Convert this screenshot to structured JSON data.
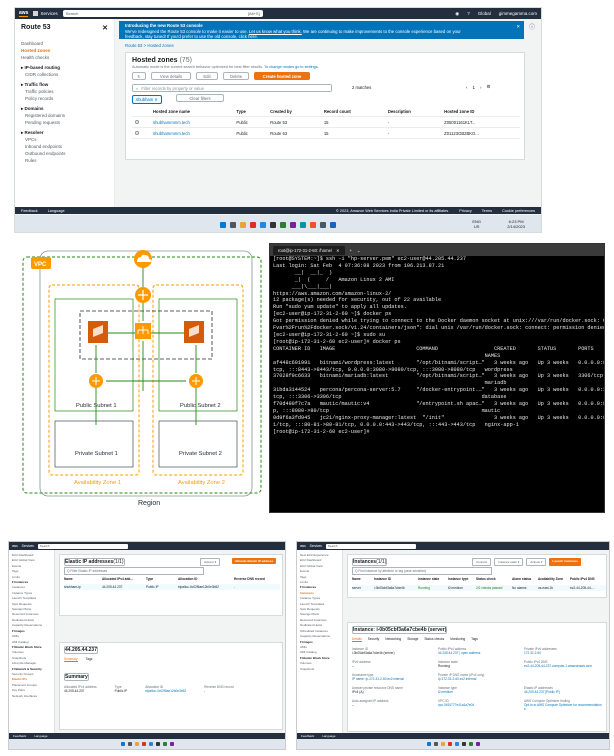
{
  "route53": {
    "topbar": {
      "logo": "aws",
      "services": "Services",
      "search_placeholder": "Search",
      "shortcut": "[Alt+S]",
      "region": "Global",
      "account": "gimmegamma.com"
    },
    "sidebar": {
      "title": "Route 53",
      "items": [
        "Dashboard",
        "Hosted zones",
        "Health checks"
      ],
      "sections": [
        {
          "label": "▸ IP-based routing",
          "items": [
            "CIDR collections"
          ]
        },
        {
          "label": "▸ Traffic flow",
          "items": [
            "Traffic policies",
            "Policy records"
          ]
        },
        {
          "label": "▸ Domains",
          "items": [
            "Registered domains",
            "Pending requests"
          ]
        },
        {
          "label": "▸ Resolver",
          "items": [
            "VPCs",
            "Inbound endpoints",
            "Outbound endpoints",
            "Rules"
          ]
        }
      ]
    },
    "banner": {
      "title": "Introducing the new Route 53 console",
      "body_a": "We've redesigned the Route 53 console to make it easier to use.",
      "link1": "Let us know what you think.",
      "body_b": "We are continuing to make improvements to the console experience based on your",
      "body_c": "feedback, stay tuned! If you'd prefer to use the old console,",
      "link2": "click here."
    },
    "breadcrumb": "Route 53  >  Hosted zones",
    "hosted": {
      "title": "Hosted zones",
      "count": "(75)",
      "desc": "Automatic mode is the current search behavior optimized for best filter results.",
      "desc_link": "To change modes go to settings.",
      "buttons": {
        "refresh": "↻",
        "details": "View details",
        "edit": "Edit",
        "delete": "Delete",
        "create": "Create hosted zone"
      },
      "filter_placeholder": "Filter records by property or value",
      "matches": "2 matches",
      "page": "1",
      "token": "shubham ✕",
      "clear": "Clear filters",
      "columns": [
        "Hosted zone name",
        "Type",
        "Created by",
        "Record count",
        "Description",
        "Hosted zone ID"
      ],
      "rows": [
        {
          "name": "shubhammmm.tech",
          "type": "Public",
          "created": "Route 53",
          "records": "15",
          "desc": "-",
          "id": "Z05001161KLT..."
        },
        {
          "name": "shubhammmm.tech",
          "type": "Public",
          "created": "Route 53",
          "records": "15",
          "desc": "-",
          "id": "Z01123GB2BKO..."
        }
      ]
    },
    "footer": {
      "feedback": "Feedback",
      "language": "Language",
      "copyright": "© 2023, Amazon Web Services India Private Limited or its affiliates.",
      "privacy": "Privacy",
      "terms": "Terms",
      "cookies": "Cookie preferences"
    },
    "clock": {
      "time": "6:23 PM",
      "date": "2/14/2023",
      "lang": "ENG",
      "region": "US"
    }
  },
  "diagram": {
    "vpc": "VPC",
    "region": "Region",
    "public1": "Public Subnet 1",
    "public2": "Public Subnet 2",
    "private1": "Private Subnet 1",
    "private2": "Private Subnet 2",
    "az1": "Availability Zone 1",
    "az2": "Availability Zone 2"
  },
  "terminal": {
    "tab": "root@ip-172-31-2-60: /home/",
    "lines": [
      "[root@SYSTEM:~]$ ssh -i \"hp-server.pem\" ec2-user@44.205.44.237",
      "Last login: Sat Feb  4 07:36:08 2023 from 106.213.87.21",
      "",
      "       __|  __|_  )",
      "       _|  (     /   Amazon Linux 2 AMI",
      "      ___|\\___|___|",
      "",
      "https://aws.amazon.com/amazon-linux-2/",
      "12 package(s) needed for security, out of 22 available",
      "Run \"sudo yum update\" to apply all updates.",
      "[ec2-user@ip-172-31-2-60 ~]$ docker ps",
      "Got permission denied while trying to connect to the Docker daemon socket at unix:///var/run/docker.sock: Get \"http://%2",
      "Fvar%2Frun%2Fdocker.sock/v1.24/containers/json\": dial unix /var/run/docker.sock: connect: permission denied",
      "[ec2-user@ip-172-31-2-60 ~]$ sudo su",
      "[root@ip-172-31-2-60 ec2-user]# docker ps",
      "CONTAINER ID   IMAGE                          COMMAND                  CREATED       STATUS       PORTS",
      "                                                                    NAMES",
      "af448c601991   bitnami/wordpress:latest       \"/opt/bitnami/script…\"   3 weeks ago   Up 3 weeks   0.0.0.0:8443->8443/",
      "tcp, :::8443->8443/tcp, 0.0.0.0:3080->8080/tcp, :::3080->8080/tcp   wordpress",
      "37028f9c6633   bitnami/mariadb:latest         \"/opt/bitnami/script…\"   3 weeks ago   Up 3 weeks   3306/tcp",
      "                                                                    mariadb",
      "31bda3144524   percona/percona-server:5.7     \"/docker-entrypoint.…\"   3 weeks ago   Up 3 weeks   0.0.0.0:3306->3306/",
      "tcp, :::3306->3306/tcp                                             database",
      "f70d490f7c7a   mautic/mautic:v4               \"/entrypoint.sh apac…\"   3 weeks ago   Up 3 weeks   0.0.0.0:8080->80/tc",
      "p, :::8080->80/tcp                                                 mautic",
      "0d9f6a3fd945   jc21/nginx-proxy-manager:latest  \"/init\"                3 weeks ago   Up 3 weeks   0.0.0.0:80-81->80-8",
      "1/tcp, :::80-81->80-81/tcp, 0.0.0.0:443->443/tcp, :::443->443/tcp   nginx-app-1",
      "[root@ip-172-31-2-60 ec2-user]#"
    ]
  },
  "eip": {
    "title": "Elastic IP addresses",
    "count": "(1/1)",
    "filter": "Q  Filter Elastic IP addresses",
    "buttons": {
      "actions": "Actions ▾",
      "allocate": "Allocate Elastic IP address"
    },
    "columns": [
      "Name",
      "Allocated IPv4 add...",
      "Type",
      "Allocation ID",
      "Reverse DNS record"
    ],
    "row": {
      "name": "shubham-ip",
      "ip": "44.205.44.237",
      "type": "Public IP",
      "alloc": "eipalloc-0c02f6ae12b0e3b52",
      "rdns": "-"
    },
    "detail_ip": "44.205.44.237",
    "tabs": [
      "Summary",
      "Tags"
    ],
    "summary": "Summary",
    "fields": [
      {
        "k": "Allocated IPv4 address",
        "v": "44.205.44.237"
      },
      {
        "k": "Type",
        "v": "Public IP"
      },
      {
        "k": "Allocation ID",
        "v": "eipalloc-0c02f6ae12b0e3b52"
      },
      {
        "k": "Reverse DNS record",
        "v": "-"
      }
    ],
    "nav": [
      "EC2 Dashboard",
      "EC2 Global View",
      "Events",
      "Tags",
      "Limits",
      "▾ Instances",
      "Instances",
      "Instance Types",
      "Launch Templates",
      "Spot Requests",
      "Savings Plans",
      "Reserved Instances",
      "Dedicated Hosts",
      "Capacity Reservations",
      "▾ Images",
      "AMIs",
      "AMI Catalog",
      "▾ Elastic Block Store",
      "Volumes",
      "Snapshots",
      "Lifecycle Manager",
      "▾ Network & Security",
      "Security Groups",
      "Elastic IPs",
      "Placement Groups",
      "Key Pairs",
      "Network Interfaces"
    ]
  },
  "instances": {
    "title": "Instances",
    "count": "(1/1)",
    "filter": "Q  Find instance by attribute or tag (case-sensitive)",
    "buttons": {
      "connect": "Connect",
      "state": "Instance state ▾",
      "actions": "Actions ▾",
      "launch": "Launch instances"
    },
    "columns": [
      "Name",
      "Instance ID",
      "Instance state",
      "Instance type",
      "Status check",
      "Alarm status",
      "Availability Zone",
      "Public IPv4 DNS"
    ],
    "row": {
      "name": "server",
      "id": "i-0b05cbf3a6a7cbe4b",
      "state": "Running",
      "type": "t2.medium",
      "check": "2/2 checks passed",
      "alarm": "No alarms",
      "az": "us-east-1b",
      "dns": "ec2-44-205-44-..."
    },
    "detail_title": "Instance: i-0b05cbf3a6a7cbe4b (server)",
    "tabs": [
      "Details",
      "Security",
      "Networking",
      "Storage",
      "Status checks",
      "Monitoring",
      "Tags"
    ],
    "fields": [
      {
        "k": "Instance ID",
        "v": "i-0b05cbf3a6a7cbe4b (server)"
      },
      {
        "k": "Public IPv4 address",
        "v": "44.205.44.237 | open address"
      },
      {
        "k": "Private IPv4 addresses",
        "v": "172.31.2.60"
      },
      {
        "k": "IPv6 address",
        "v": "–"
      },
      {
        "k": "Instance state",
        "v": "Running"
      },
      {
        "k": "Public IPv4 DNS",
        "v": "ec2-44-205-44-237.compute-1.amazonaws.com"
      },
      {
        "k": "Hostname type",
        "v": "IP name: ip-172-31-2-60.ec2.internal"
      },
      {
        "k": "Private IP DNS name (IPv4 only)",
        "v": "ip-172-31-2-60.ec2.internal"
      },
      {
        "k": "",
        "v": ""
      },
      {
        "k": "Answer private resource DNS name",
        "v": "IPv4 (A)"
      },
      {
        "k": "Instance type",
        "v": "t2.medium"
      },
      {
        "k": "Elastic IP addresses",
        "v": "44.205.44.237 [Public IP]"
      },
      {
        "k": "Auto-assigned IP address",
        "v": "–"
      },
      {
        "k": "VPC ID",
        "v": "vpc-0491777e41a1a7e04"
      },
      {
        "k": "AWS Compute Optimizer finding",
        "v": "Opt-in to AWS Compute Optimizer for recommendations."
      }
    ],
    "nav": [
      "New EC2 Experience",
      "EC2 Dashboard",
      "EC2 Global View",
      "Events",
      "Tags",
      "Limits",
      "▾ Instances",
      "Instances",
      "Instance Types",
      "Launch Templates",
      "Spot Requests",
      "Savings Plans",
      "Reserved Instances",
      "Dedicated Hosts",
      "Scheduled Instances",
      "Capacity Reservations",
      "▾ Images",
      "AMIs",
      "AMI Catalog",
      "▾ Elastic Block Store",
      "Volumes",
      "Snapshots"
    ]
  },
  "colors": {
    "aws_nav": "#232f3e",
    "orange": "#ec7211",
    "link": "#0073bb",
    "vpc_green": "#248814",
    "az_orange": "#ff9900",
    "compute": "#d45b07"
  }
}
